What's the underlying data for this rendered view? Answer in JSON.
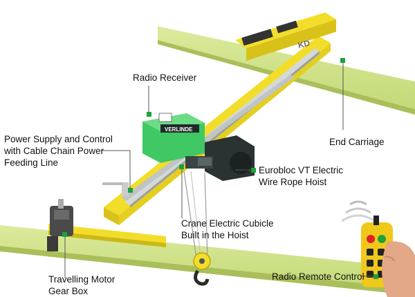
{
  "labels": {
    "radio_receiver": [
      "Radio Receiver"
    ],
    "power_supply": [
      "Power Supply and Control",
      "with Cable Chain Power",
      "Feeding Line"
    ],
    "end_carriage": [
      "End Carriage"
    ],
    "hoist": [
      "Eurobloc VT Electric",
      "Wire Rope Hoist"
    ],
    "cubicle": [
      "Crane Electric Cubicle",
      "Built in the Hoist"
    ],
    "travel_motor": [
      "Travelling Motor",
      "Gear Box"
    ],
    "remote": [
      "Radio Remote Control"
    ]
  },
  "brand": {
    "hoist_logo": "VERLINDE",
    "carriage_mark": "KD"
  },
  "colors": {
    "rail_green": "#cfe28a",
    "girder_yellow": "#f2de2a",
    "hoist_green": "#3fc864",
    "callout_green": "#1aa33a",
    "line_gray": "#555555"
  }
}
